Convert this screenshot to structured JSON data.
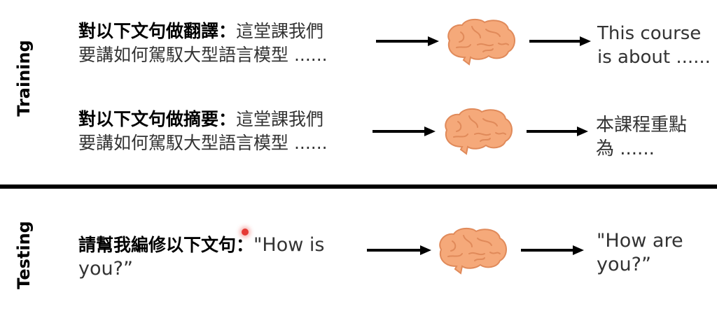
{
  "sections": {
    "training_label": "Training",
    "testing_label": "Testing"
  },
  "rows": [
    {
      "instruction": "對以下文句做翻譯：",
      "input_line1": "這堂課我們",
      "input_line2": "要講如何駕馭大型語言模型 ......",
      "output_line1": "This course",
      "output_line2": "is about ......"
    },
    {
      "instruction": "對以下文句做摘要：",
      "input_line1": "這堂課我們",
      "input_line2": "要講如何駕馭大型語言模型 ......",
      "output_line1": "本課程重點",
      "output_line2": "為 ......"
    },
    {
      "instruction": "請幫我編修以下文句：",
      "input_line1": "\"How is",
      "input_line2": "you?”",
      "output_line1": "\"How are",
      "output_line2": "you?”"
    }
  ],
  "icons": {
    "brain": "brain-icon",
    "arrow": "arrow-right-icon"
  },
  "colors": {
    "brain_fill": "#f5a97a",
    "brain_stroke": "#e08a5a",
    "arrow": "#000000",
    "cursor": "#e53935"
  }
}
